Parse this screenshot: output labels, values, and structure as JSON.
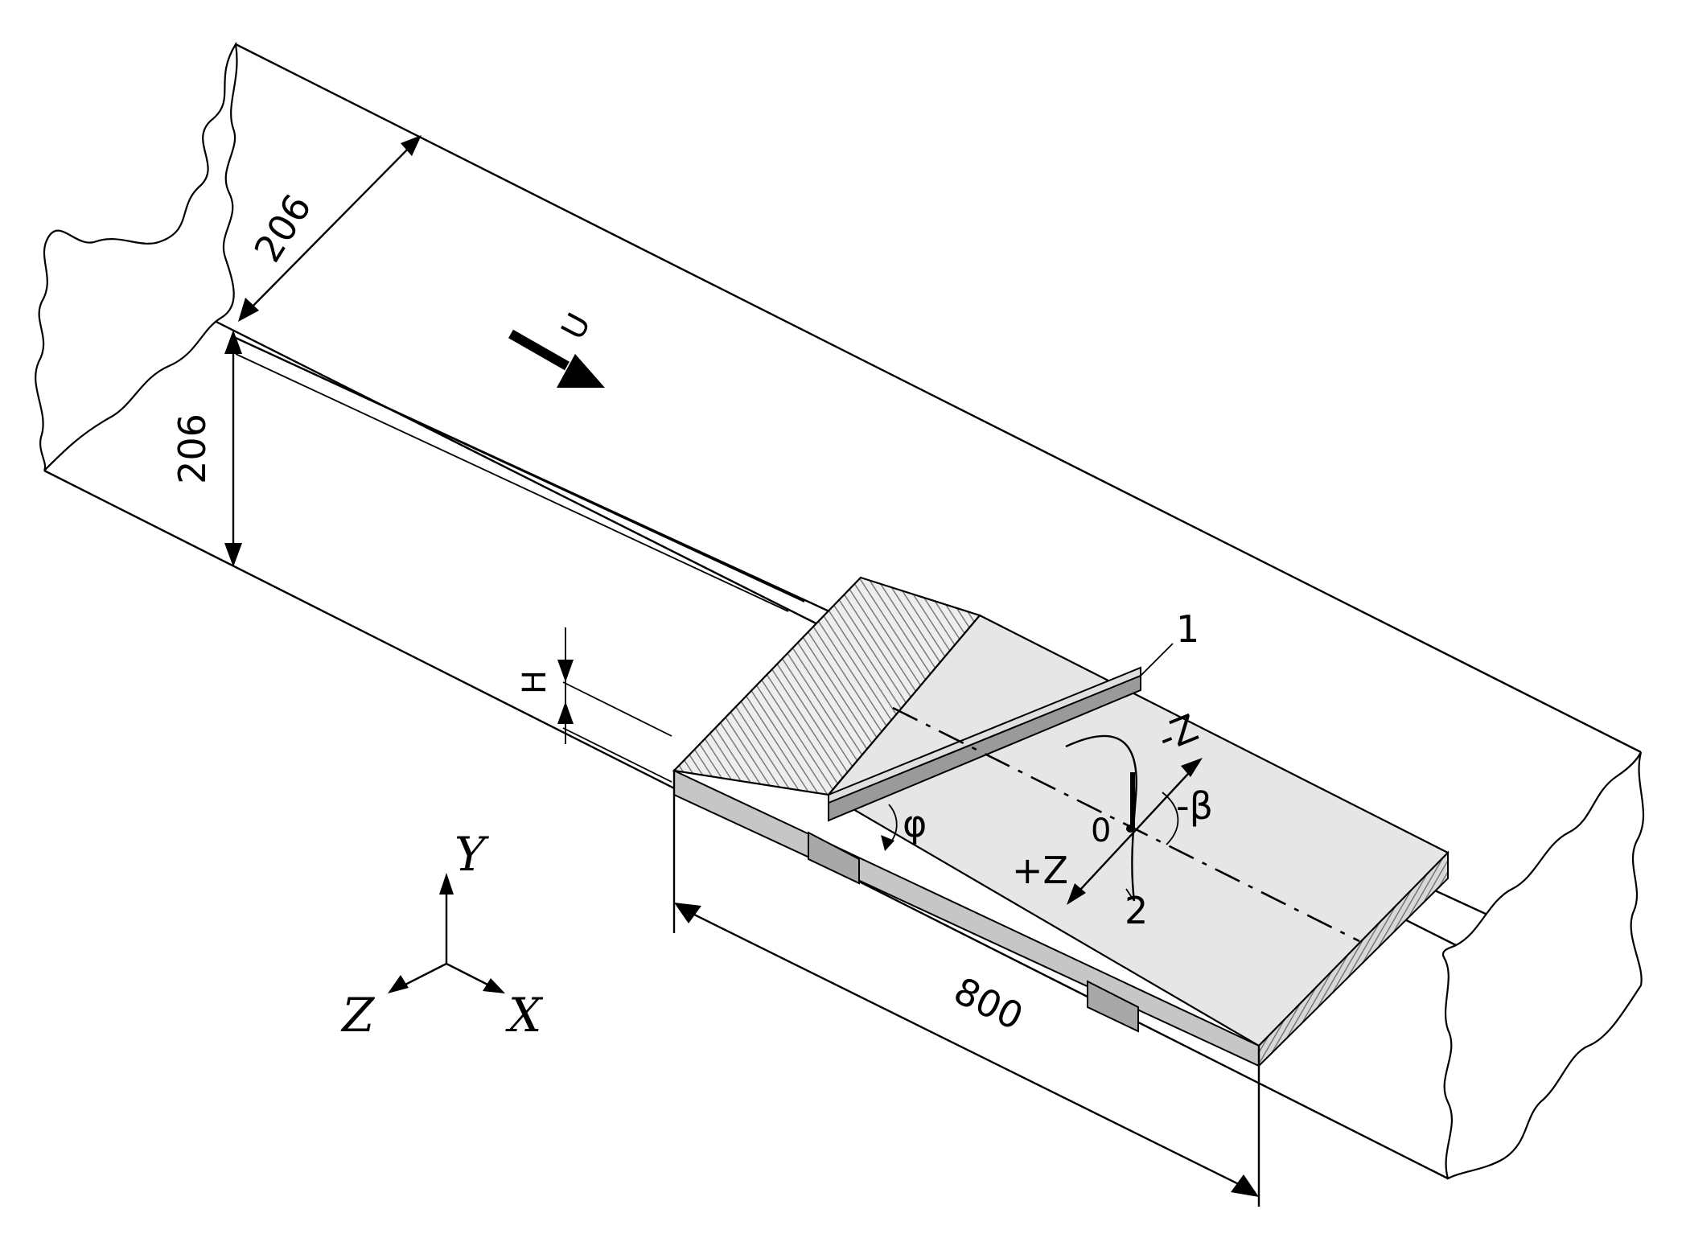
{
  "labels": {
    "dim_width": "206",
    "dim_height": "206",
    "dim_length": "800",
    "dim_gap": "H",
    "flow_velocity": "U",
    "part_1": "1",
    "part_2": "2",
    "origin": "0",
    "axis_plus_z": "+Z",
    "axis_minus_z": "-Z",
    "angle_beta": "-β",
    "angle_phi": "φ"
  },
  "axes": {
    "x": "X",
    "y": "Y",
    "z": "Z"
  },
  "colors": {
    "line": "#000000",
    "plate_fill": "#e6e6e6",
    "plate_edge": "#9a9a9a",
    "support_fill": "#a8a8a8",
    "hatch": "#7a7a7a"
  }
}
